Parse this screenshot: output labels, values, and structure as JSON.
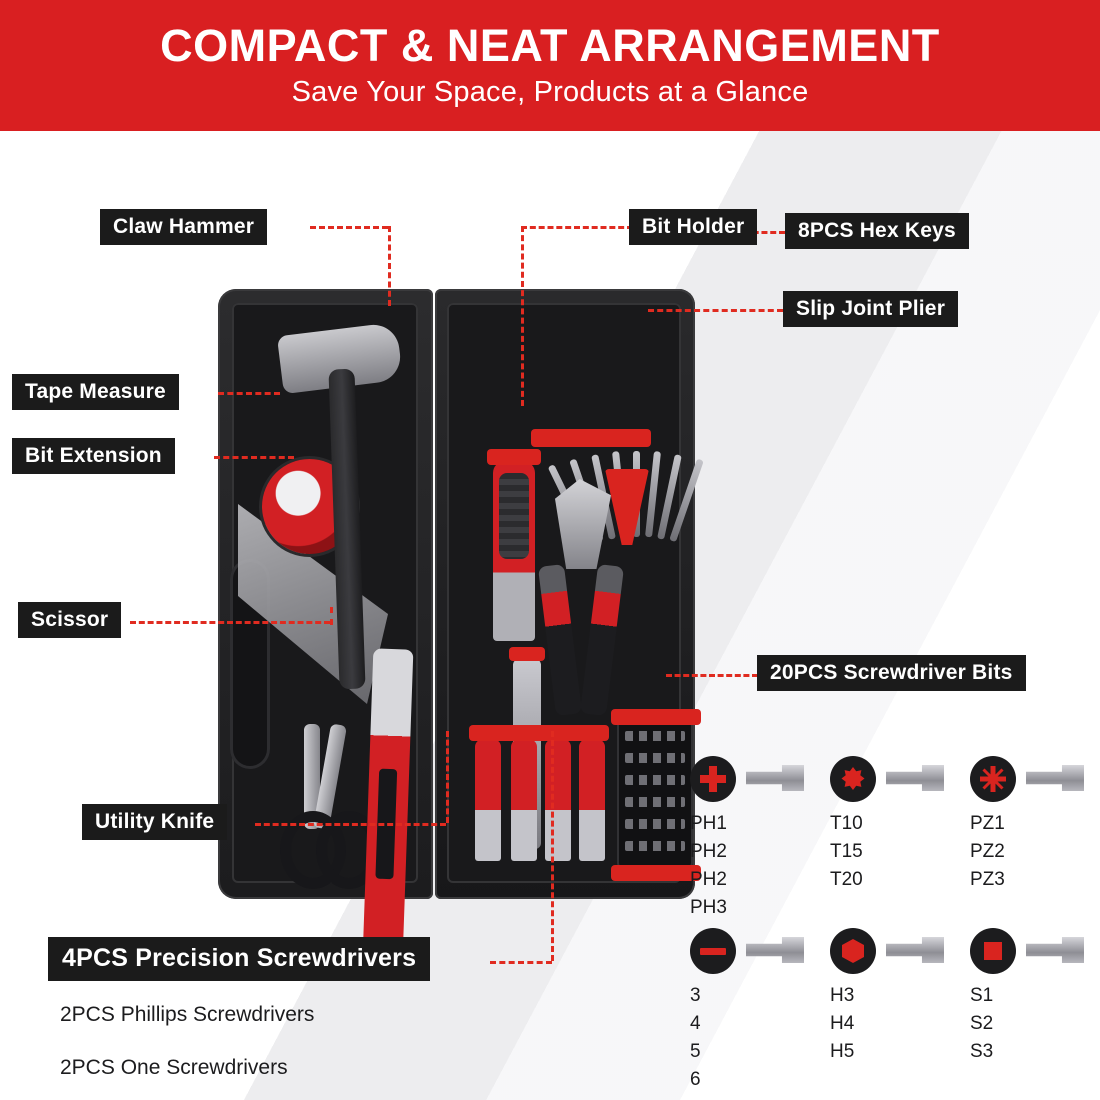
{
  "header": {
    "title": "COMPACT & NEAT ARRANGEMENT",
    "subtitle": "Save Your Space, Products at a Glance",
    "bg_color": "#d91f21"
  },
  "callouts": [
    {
      "id": "claw-hammer",
      "label": "Claw Hammer"
    },
    {
      "id": "bit-holder",
      "label": "Bit Holder"
    },
    {
      "id": "hex-keys",
      "label": "8PCS Hex Keys"
    },
    {
      "id": "tape-measure",
      "label": "Tape Measure"
    },
    {
      "id": "slip-joint-plier",
      "label": "Slip Joint Plier"
    },
    {
      "id": "bit-extension",
      "label": "Bit Extension"
    },
    {
      "id": "scissor",
      "label": "Scissor"
    },
    {
      "id": "screwdriver-bits",
      "label": "20PCS Screwdriver Bits"
    },
    {
      "id": "utility-knife",
      "label": "Utility Knife"
    },
    {
      "id": "precision-screwdrivers",
      "label": "4PCS Precision Screwdrivers"
    }
  ],
  "bottom_notes": [
    "2PCS Phillips Screwdrivers",
    "2PCS One Screwdrivers"
  ],
  "bit_legend": [
    {
      "icon": "phillips-bit-icon",
      "sizes": [
        "PH1",
        "PH2",
        "PH2",
        "PH3"
      ]
    },
    {
      "icon": "torx-bit-icon",
      "sizes": [
        "T10",
        "T15",
        "T20"
      ]
    },
    {
      "icon": "pozidriv-bit-icon",
      "sizes": [
        "PZ1",
        "PZ2",
        "PZ3"
      ]
    },
    {
      "icon": "slotted-bit-icon",
      "sizes": [
        "3",
        "4",
        "5",
        "6"
      ]
    },
    {
      "icon": "hex-bit-icon",
      "sizes": [
        "H3",
        "H4",
        "H5"
      ]
    },
    {
      "icon": "square-bit-icon",
      "sizes": [
        "S1",
        "S2",
        "S3"
      ]
    }
  ],
  "colors": {
    "accent_red": "#d9241f",
    "label_bg": "#1b1b1b",
    "label_text": "#ffffff",
    "body_text": "#1c1c1e"
  }
}
